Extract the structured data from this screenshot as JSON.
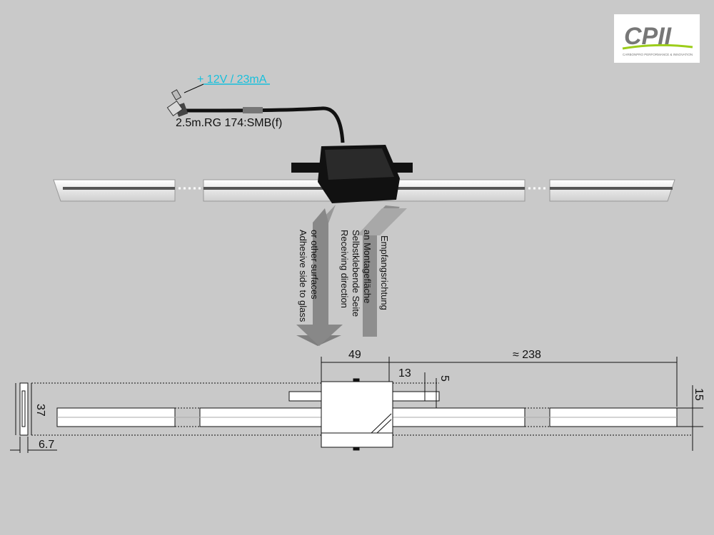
{
  "logo": {
    "mark": "CPII",
    "tagline": "CARBONPRO PERFORMANCE & INNOVATION"
  },
  "power_label": "+ 12V / 23mA",
  "cable_label": "2.5m.RG 174:SMB(f)",
  "arrow_left_line1": "Adhesive side to glass",
  "arrow_left_line2": "or other surfaces",
  "arrow_mid_line1": "Receiving direction",
  "arrow_mid_line2": "Selbstklebende Seite",
  "arrow_mid_line3": "an Montagefläche",
  "arrow_right_line1": "Empfangsrichtung",
  "dimensions": {
    "width_module": "49",
    "length": "≈ 238",
    "offset": "13",
    "tab": "5",
    "thickness": "15",
    "height": "37",
    "side_thickness": "6.7"
  },
  "colors": {
    "background": "#c9c9c9",
    "label_accent": "#18c0dc",
    "module": "#111111",
    "arrow": "#8a8a8a"
  }
}
